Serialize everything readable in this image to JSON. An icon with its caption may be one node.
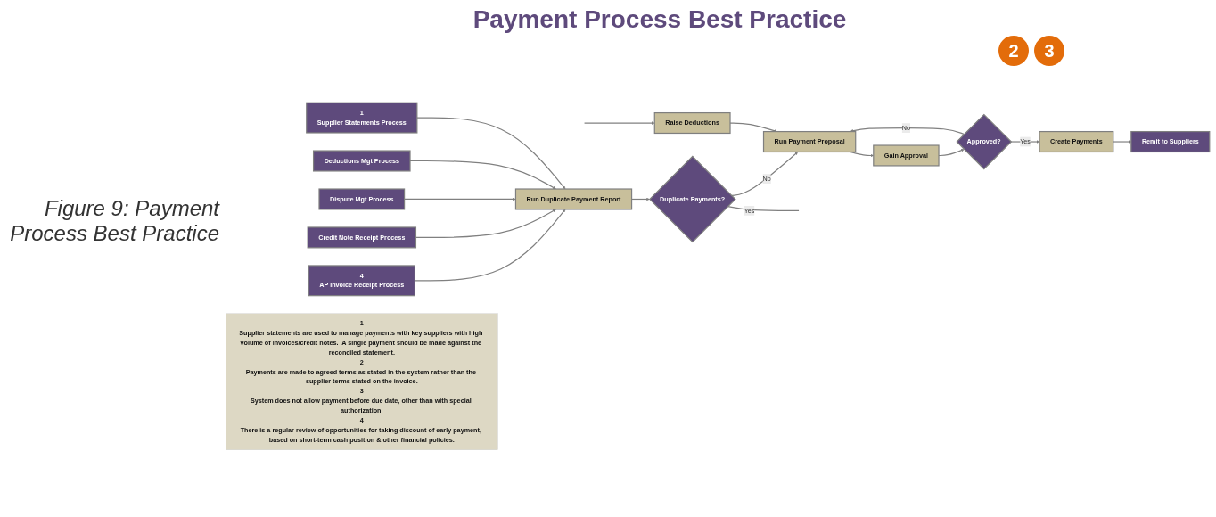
{
  "diagram": {
    "title": "Payment Process Best Practice",
    "caption": "Figure 9: Payment Process Best Practice",
    "nodes": [
      {
        "text": [
          "4",
          "AP Invoice Receipt Process"
        ]
      },
      {
        "text": [
          "Credit Note Receipt Process"
        ]
      },
      {
        "text": [
          "Dispute Mgt Process"
        ]
      },
      {
        "text": [
          "Deductions Mgt Process"
        ]
      },
      {
        "text": [
          "1",
          "Supplier Statements Process"
        ]
      },
      {
        "text": [
          "Run Duplicate Payment Report"
        ]
      },
      {
        "text": [
          "Duplicate Payments?"
        ]
      },
      {
        "text": [
          "Run Payment Proposal"
        ]
      },
      {
        "text": [
          "Raise Deductions"
        ]
      },
      {
        "text": [
          "Gain Approval"
        ]
      },
      {
        "text": [
          "Approved?"
        ]
      },
      {
        "text": [
          "Create Payments"
        ]
      },
      {
        "text": [
          "Remit to Suppliers"
        ]
      },
      {
        "text": [
          "1",
          "Supplier statements are used to manage payments with key suppliers with high volume of invoices/credit notes.  A single payment should be made against the reconciled statement.",
          "2",
          "Payments are made to agreed terms as stated in the system rather than the supplier terms stated on the invoice.",
          "3",
          "System does not allow payment before due date, other than with special authorization.",
          "4",
          "There is a regular review of opportunities for taking discount of early payment, based on short-term cash position & other financial policies."
        ]
      }
    ],
    "edges": [
      {
        "from": 0,
        "to": 5,
        "arrow": "to"
      },
      {
        "from": 1,
        "to": 5,
        "arrow": "to"
      },
      {
        "from": 2,
        "to": 5,
        "arrow": "to"
      },
      {
        "from": 3,
        "to": 5,
        "arrow": "to"
      },
      {
        "from": 4,
        "to": 5,
        "arrow": "to"
      },
      {
        "from": 5,
        "to": 6,
        "arrow": "to"
      },
      {
        "from": 6,
        "to": 7,
        "label": "No",
        "arrow": "to"
      },
      {
        "from": 6,
        "to": null,
        "label": "Yes",
        "arrow": "none"
      },
      {
        "from": null,
        "to": 8,
        "arrow": "to"
      },
      {
        "from": 8,
        "to": 7,
        "arrow": "to"
      },
      {
        "from": 7,
        "to": 9,
        "arrow": "to"
      },
      {
        "from": 9,
        "to": 10,
        "arrow": "to"
      },
      {
        "from": 10,
        "to": 11,
        "label": "Yes",
        "arrow": "to"
      },
      {
        "from": 10,
        "to": 7,
        "label": "No",
        "arrow": "to"
      },
      {
        "from": 11,
        "to": 12,
        "arrow": "to"
      }
    ],
    "labels": [
      "2",
      "3"
    ]
  }
}
